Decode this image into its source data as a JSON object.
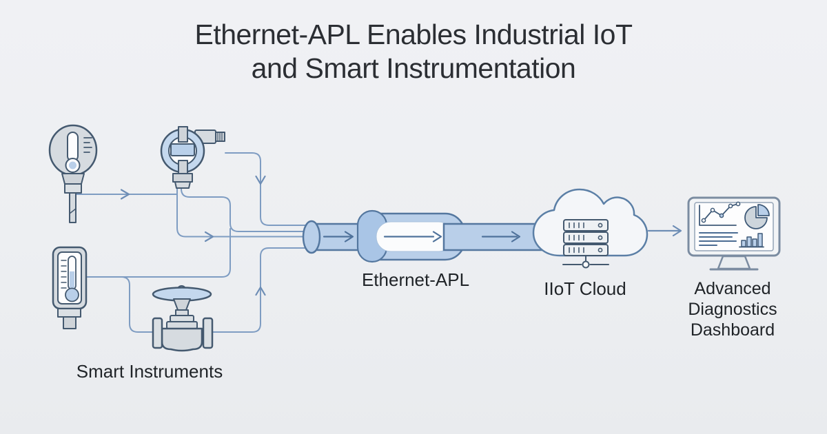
{
  "title": {
    "line1": "Ethernet-APL Enables Industrial IoT",
    "line2": "and Smart Instrumentation"
  },
  "nodes": {
    "smart_instruments": {
      "label": "Smart Instruments",
      "instruments": [
        "temperature sensor",
        "pressure transmitter",
        "level gauge",
        "control valve"
      ]
    },
    "ethernet_apl": {
      "label": "Ethernet-APL"
    },
    "iiot_cloud": {
      "label": "IIoT Cloud"
    },
    "dashboard": {
      "label": "Advanced Diagnostics Dashboard"
    }
  },
  "icons": [
    {
      "name": "temperature-sensor-icon",
      "shape": "round dial thermometer head with probe stem"
    },
    {
      "name": "pressure-transmitter-icon",
      "shape": "round transmitter head with display and ribbed cable gland"
    },
    {
      "name": "level-gauge-icon",
      "shape": "vertical thermometer level gauge"
    },
    {
      "name": "control-valve-icon",
      "shape": "globe valve with handwheel and flanges"
    },
    {
      "name": "apl-cable-icon",
      "shape": "two-wire trunk cable with shield sleeve"
    },
    {
      "name": "cloud-icon",
      "shape": "cloud outline"
    },
    {
      "name": "server-rack-icon",
      "shape": "three stacked server units with network node"
    },
    {
      "name": "dashboard-monitor-icon",
      "shape": "monitor with line chart, pie chart, text rows, bar chart"
    },
    {
      "name": "flow-arrow-icon",
      "shape": "right chevron arrow"
    }
  ],
  "colors": {
    "background": "#edeff2",
    "title_text": "#2b2e33",
    "label_text": "#1f2327",
    "connector_line": "#7e9cc2",
    "arrow": "#6d8db5",
    "instrument_outline": "#44596f",
    "instrument_fill": "#d6dbe0",
    "instrument_fill_light": "#e2e6ea",
    "instrument_blue": "#c4d8ee",
    "cable_fill": "#b9cfe9",
    "cable_stroke": "#54779f",
    "cable_cap": "#a9c5e6",
    "inner_white": "#fbfcfd",
    "cloud_stroke": "#5b7fa6",
    "monitor_frame": "#7b8ca1",
    "chart_stroke": "#3f5a78"
  }
}
